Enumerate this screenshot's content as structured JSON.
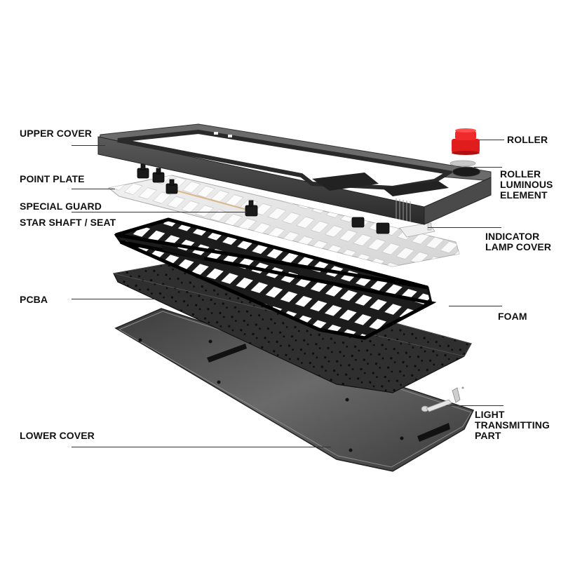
{
  "diagram": {
    "type": "exploded-view",
    "subject": "mechanical keyboard",
    "colors": {
      "background": "#ffffff",
      "label_text": "#111111",
      "leader_line": "#333333",
      "frame_dark": "#3a3a3a",
      "plate_light": "#e6e6e6",
      "foam_black": "#1c1c1c",
      "pcba_dark": "#2e2e2e",
      "lower_cover": "#4a4a4a",
      "roller_red": "#e02020"
    },
    "labels_left": [
      {
        "id": "upper-cover",
        "text": "UPPER COVER"
      },
      {
        "id": "point-plate",
        "text": "POINT PLATE"
      },
      {
        "id": "special-guard",
        "text": "SPECIAL GUARD"
      },
      {
        "id": "star-shaft-seat",
        "text": "STAR SHAFT / SEAT"
      },
      {
        "id": "pcba",
        "text": "PCBA"
      },
      {
        "id": "lower-cover",
        "text": "LOWER COVER"
      }
    ],
    "labels_right": [
      {
        "id": "roller",
        "text": "ROLLER"
      },
      {
        "id": "roller-luminous-element",
        "text": "ROLLER\nLUMINOUS\nELEMENT"
      },
      {
        "id": "indicator-lamp-cover",
        "text": "INDICATOR\nLAMP COVER"
      },
      {
        "id": "foam",
        "text": "FOAM"
      },
      {
        "id": "light-transmitting-part",
        "text": "LIGHT\nTRANSMITTING\nPART"
      }
    ]
  }
}
